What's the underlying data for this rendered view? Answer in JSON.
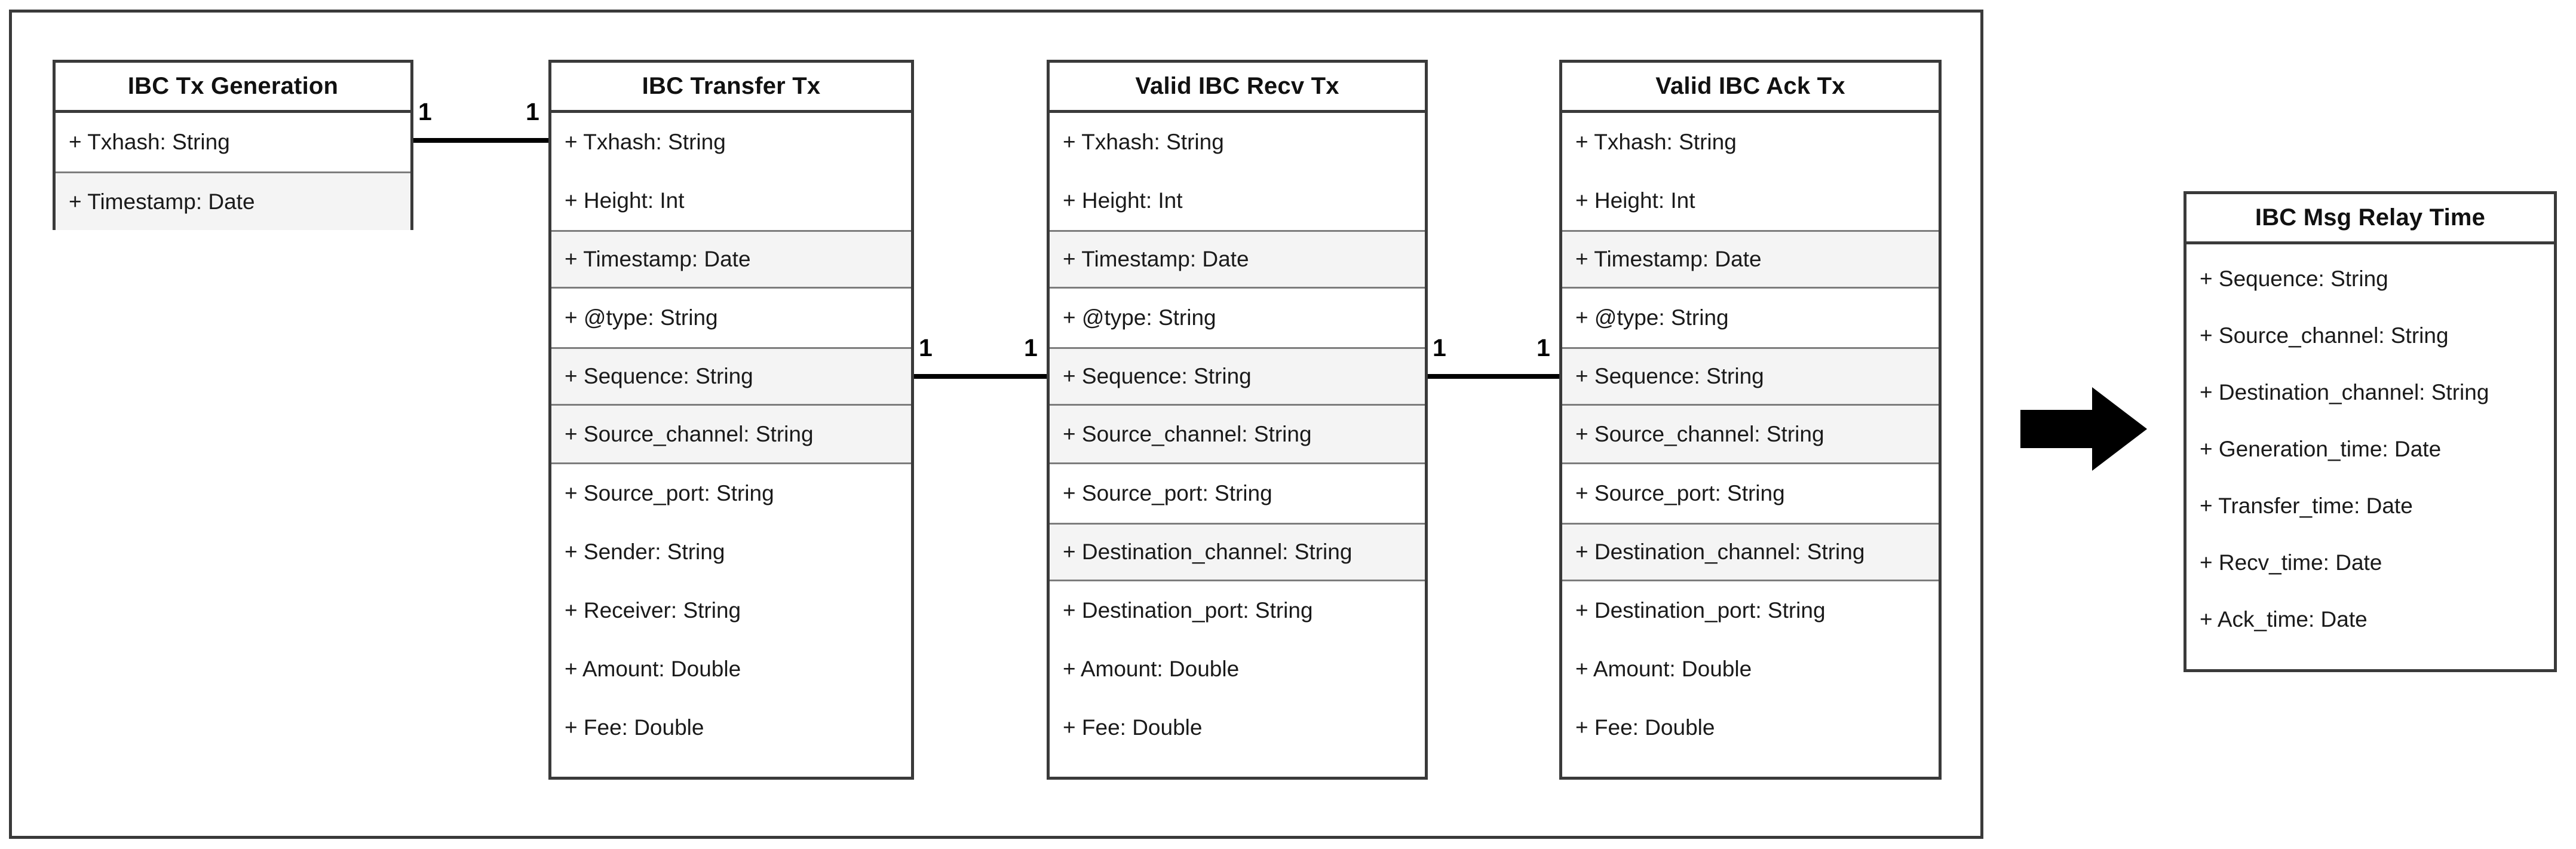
{
  "diagram": {
    "title_visible": false,
    "background": "#ffffff",
    "border_color": "#3a3a3a",
    "highlight_row_color": "#f4f4f4",
    "arrow_color": "#000000"
  },
  "classes": [
    {
      "id": "ibc-tx-generation",
      "name": "IBC Tx Generation",
      "attributes": [
        {
          "text": "+ Txhash: String",
          "highlighted": false
        },
        {
          "text": "+ Timestamp: Date",
          "highlighted": true
        }
      ]
    },
    {
      "id": "ibc-transfer-tx",
      "name": "IBC Transfer Tx",
      "attributes": [
        {
          "text": "+ Txhash: String",
          "highlighted": false
        },
        {
          "text": "+ Height: Int",
          "highlighted": false
        },
        {
          "text": "+ Timestamp: Date",
          "highlighted": true
        },
        {
          "text": "+ @type: String",
          "highlighted": false
        },
        {
          "text": "+ Sequence: String",
          "highlighted": true
        },
        {
          "text": "+ Source_channel: String",
          "highlighted": true
        },
        {
          "text": "+ Source_port: String",
          "highlighted": false
        },
        {
          "text": "+ Sender: String",
          "highlighted": false
        },
        {
          "text": "+ Receiver: String",
          "highlighted": false
        },
        {
          "text": "+ Amount: Double",
          "highlighted": false
        },
        {
          "text": "+ Fee: Double",
          "highlighted": false
        }
      ]
    },
    {
      "id": "valid-ibc-recv-tx",
      "name": "Valid IBC Recv Tx",
      "attributes": [
        {
          "text": "+ Txhash: String",
          "highlighted": false
        },
        {
          "text": "+ Height: Int",
          "highlighted": false
        },
        {
          "text": "+ Timestamp: Date",
          "highlighted": true
        },
        {
          "text": "+ @type: String",
          "highlighted": false
        },
        {
          "text": "+ Sequence: String",
          "highlighted": true
        },
        {
          "text": "+ Source_channel: String",
          "highlighted": true
        },
        {
          "text": "+ Source_port: String",
          "highlighted": false
        },
        {
          "text": "+ Destination_channel: String",
          "highlighted": true
        },
        {
          "text": "+ Destination_port: String",
          "highlighted": false
        },
        {
          "text": "+ Amount: Double",
          "highlighted": false
        },
        {
          "text": "+ Fee: Double",
          "highlighted": false
        }
      ]
    },
    {
      "id": "valid-ibc-ack-tx",
      "name": "Valid IBC Ack Tx",
      "attributes": [
        {
          "text": "+ Txhash: String",
          "highlighted": false
        },
        {
          "text": "+ Height: Int",
          "highlighted": false
        },
        {
          "text": "+ Timestamp: Date",
          "highlighted": true
        },
        {
          "text": "+ @type: String",
          "highlighted": false
        },
        {
          "text": "+ Sequence: String",
          "highlighted": true
        },
        {
          "text": "+ Source_channel: String",
          "highlighted": true
        },
        {
          "text": "+ Source_port: String",
          "highlighted": false
        },
        {
          "text": "+ Destination_channel: String",
          "highlighted": true
        },
        {
          "text": "+ Destination_port: String",
          "highlighted": false
        },
        {
          "text": "+ Amount: Double",
          "highlighted": false
        },
        {
          "text": "+ Fee: Double",
          "highlighted": false
        }
      ]
    },
    {
      "id": "ibc-msg-relay-time",
      "name": "IBC Msg Relay Time",
      "attributes": [
        {
          "text": "+ Sequence: String",
          "highlighted": false
        },
        {
          "text": "+ Source_channel: String",
          "highlighted": false
        },
        {
          "text": "+ Destination_channel: String",
          "highlighted": false
        },
        {
          "text": "+ Generation_time: Date",
          "highlighted": false
        },
        {
          "text": "+ Transfer_time: Date",
          "highlighted": false
        },
        {
          "text": "+ Recv_time: Date",
          "highlighted": false
        },
        {
          "text": "+ Ack_time: Date",
          "highlighted": false
        }
      ]
    }
  ],
  "associations": [
    {
      "id": "gen-to-transfer",
      "from": "IBC Tx Generation",
      "to": "IBC Transfer Tx",
      "from_multiplicity": "1",
      "to_multiplicity": "1"
    },
    {
      "id": "transfer-to-recv",
      "from": "IBC Transfer Tx",
      "to": "Valid IBC Recv Tx",
      "from_multiplicity": "1",
      "to_multiplicity": "1"
    },
    {
      "id": "recv-to-ack",
      "from": "Valid IBC Recv Tx",
      "to": "Valid IBC Ack Tx",
      "from_multiplicity": "1",
      "to_multiplicity": "1"
    }
  ],
  "arrow": {
    "id": "relay-arrow",
    "direction": "right",
    "label": ""
  }
}
